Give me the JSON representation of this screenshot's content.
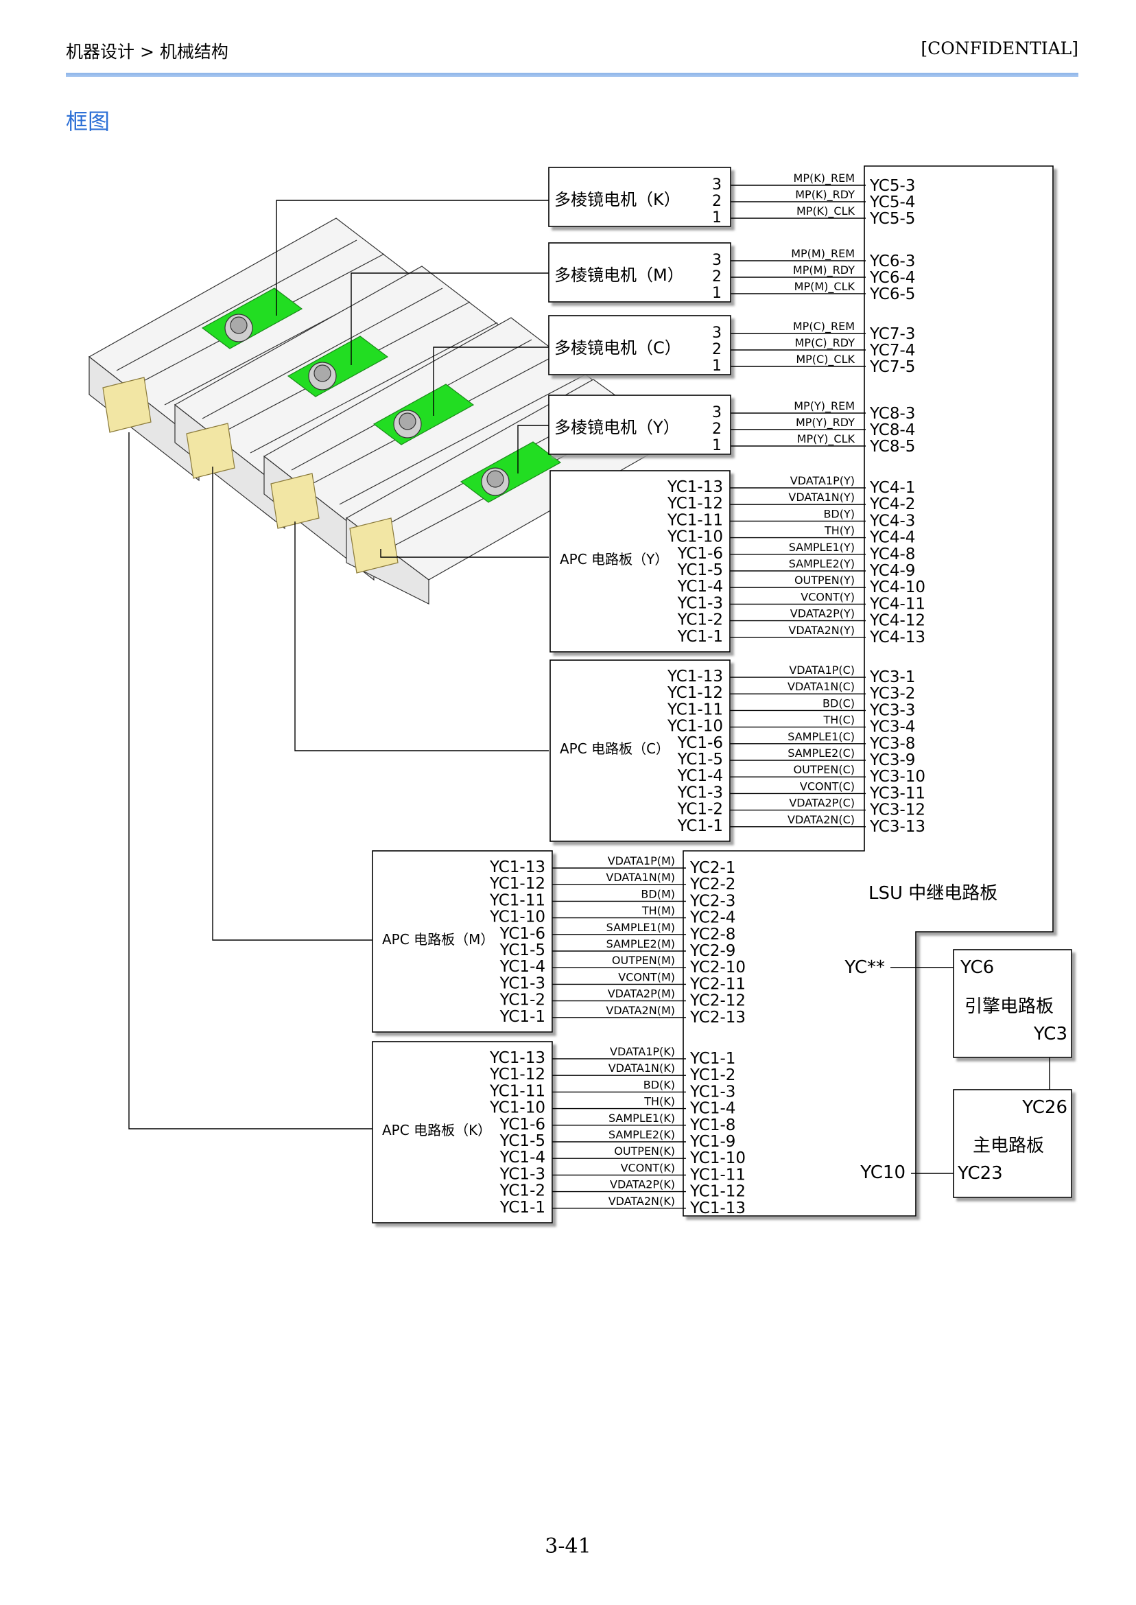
{
  "header": {
    "breadcrumb": "机器设计 > 机械结构",
    "confidential": "[CONFIDENTIAL]"
  },
  "section_title": "框图",
  "page_number": "3-41",
  "colors": {
    "accent_blue": "#2c6fd6",
    "rule_blue": "#9bbde9",
    "mirror_green": "#22dd22",
    "apc_yellow": "#f2e6a4"
  },
  "relay_board": {
    "name": "LSU 中继电路板",
    "yc_engine": "YC**",
    "yc_main": "YC10"
  },
  "engine_board": {
    "name": "引擎电路板",
    "yc_a": "YC6",
    "yc_b": "YC3"
  },
  "main_board": {
    "name": "主电路板",
    "yc_a": "YC26",
    "yc_b": "YC23"
  },
  "motors": [
    {
      "label": "多棱镜电机（K）",
      "pins": [
        "3",
        "2",
        "1"
      ],
      "signals": [
        "MP(K)_REM",
        "MP(K)_RDY",
        "MP(K)_CLK"
      ],
      "targets": [
        "YC5-3",
        "YC5-4",
        "YC5-5"
      ]
    },
    {
      "label": "多棱镜电机（M）",
      "pins": [
        "3",
        "2",
        "1"
      ],
      "signals": [
        "MP(M)_REM",
        "MP(M)_RDY",
        "MP(M)_CLK"
      ],
      "targets": [
        "YC6-3",
        "YC6-4",
        "YC6-5"
      ]
    },
    {
      "label": "多棱镜电机（C）",
      "pins": [
        "3",
        "2",
        "1"
      ],
      "signals": [
        "MP(C)_REM",
        "MP(C)_RDY",
        "MP(C)_CLK"
      ],
      "targets": [
        "YC7-3",
        "YC7-4",
        "YC7-5"
      ]
    },
    {
      "label": "多棱镜电机（Y）",
      "pins": [
        "3",
        "2",
        "1"
      ],
      "signals": [
        "MP(Y)_REM",
        "MP(Y)_RDY",
        "MP(Y)_CLK"
      ],
      "targets": [
        "YC8-3",
        "YC8-4",
        "YC8-5"
      ]
    }
  ],
  "apc_boards": [
    {
      "label": "APC 电路板（Y）",
      "pins": [
        "YC1-13",
        "YC1-12",
        "YC1-11",
        "YC1-10",
        "YC1-6",
        "YC1-5",
        "YC1-4",
        "YC1-3",
        "YC1-2",
        "YC1-1"
      ],
      "signals": [
        "VDATA1P(Y)",
        "VDATA1N(Y)",
        "BD(Y)",
        "TH(Y)",
        "SAMPLE1(Y)",
        "SAMPLE2(Y)",
        "OUTPEN(Y)",
        "VCONT(Y)",
        "VDATA2P(Y)",
        "VDATA2N(Y)"
      ],
      "targets": [
        "YC4-1",
        "YC4-2",
        "YC4-3",
        "YC4-4",
        "YC4-8",
        "YC4-9",
        "YC4-10",
        "YC4-11",
        "YC4-12",
        "YC4-13"
      ]
    },
    {
      "label": "APC 电路板（C）",
      "pins": [
        "YC1-13",
        "YC1-12",
        "YC1-11",
        "YC1-10",
        "YC1-6",
        "YC1-5",
        "YC1-4",
        "YC1-3",
        "YC1-2",
        "YC1-1"
      ],
      "signals": [
        "VDATA1P(C)",
        "VDATA1N(C)",
        "BD(C)",
        "TH(C)",
        "SAMPLE1(C)",
        "SAMPLE2(C)",
        "OUTPEN(C)",
        "VCONT(C)",
        "VDATA2P(C)",
        "VDATA2N(C)"
      ],
      "targets": [
        "YC3-1",
        "YC3-2",
        "YC3-3",
        "YC3-4",
        "YC3-8",
        "YC3-9",
        "YC3-10",
        "YC3-11",
        "YC3-12",
        "YC3-13"
      ]
    },
    {
      "label": "APC 电路板（M）",
      "pins": [
        "YC1-13",
        "YC1-12",
        "YC1-11",
        "YC1-10",
        "YC1-6",
        "YC1-5",
        "YC1-4",
        "YC1-3",
        "YC1-2",
        "YC1-1"
      ],
      "signals": [
        "VDATA1P(M)",
        "VDATA1N(M)",
        "BD(M)",
        "TH(M)",
        "SAMPLE1(M)",
        "SAMPLE2(M)",
        "OUTPEN(M)",
        "VCONT(M)",
        "VDATA2P(M)",
        "VDATA2N(M)"
      ],
      "targets": [
        "YC2-1",
        "YC2-2",
        "YC2-3",
        "YC2-4",
        "YC2-8",
        "YC2-9",
        "YC2-10",
        "YC2-11",
        "YC2-12",
        "YC2-13"
      ]
    },
    {
      "label": "APC 电路板（K）",
      "pins": [
        "YC1-13",
        "YC1-12",
        "YC1-11",
        "YC1-10",
        "YC1-6",
        "YC1-5",
        "YC1-4",
        "YC1-3",
        "YC1-2",
        "YC1-1"
      ],
      "signals": [
        "VDATA1P(K)",
        "VDATA1N(K)",
        "BD(K)",
        "TH(K)",
        "SAMPLE1(K)",
        "SAMPLE2(K)",
        "OUTPEN(K)",
        "VCONT(K)",
        "VDATA2P(K)",
        "VDATA2N(K)"
      ],
      "targets": [
        "YC1-1",
        "YC1-2",
        "YC1-3",
        "YC1-4",
        "YC1-8",
        "YC1-9",
        "YC1-10",
        "YC1-11",
        "YC1-12",
        "YC1-13"
      ]
    }
  ]
}
